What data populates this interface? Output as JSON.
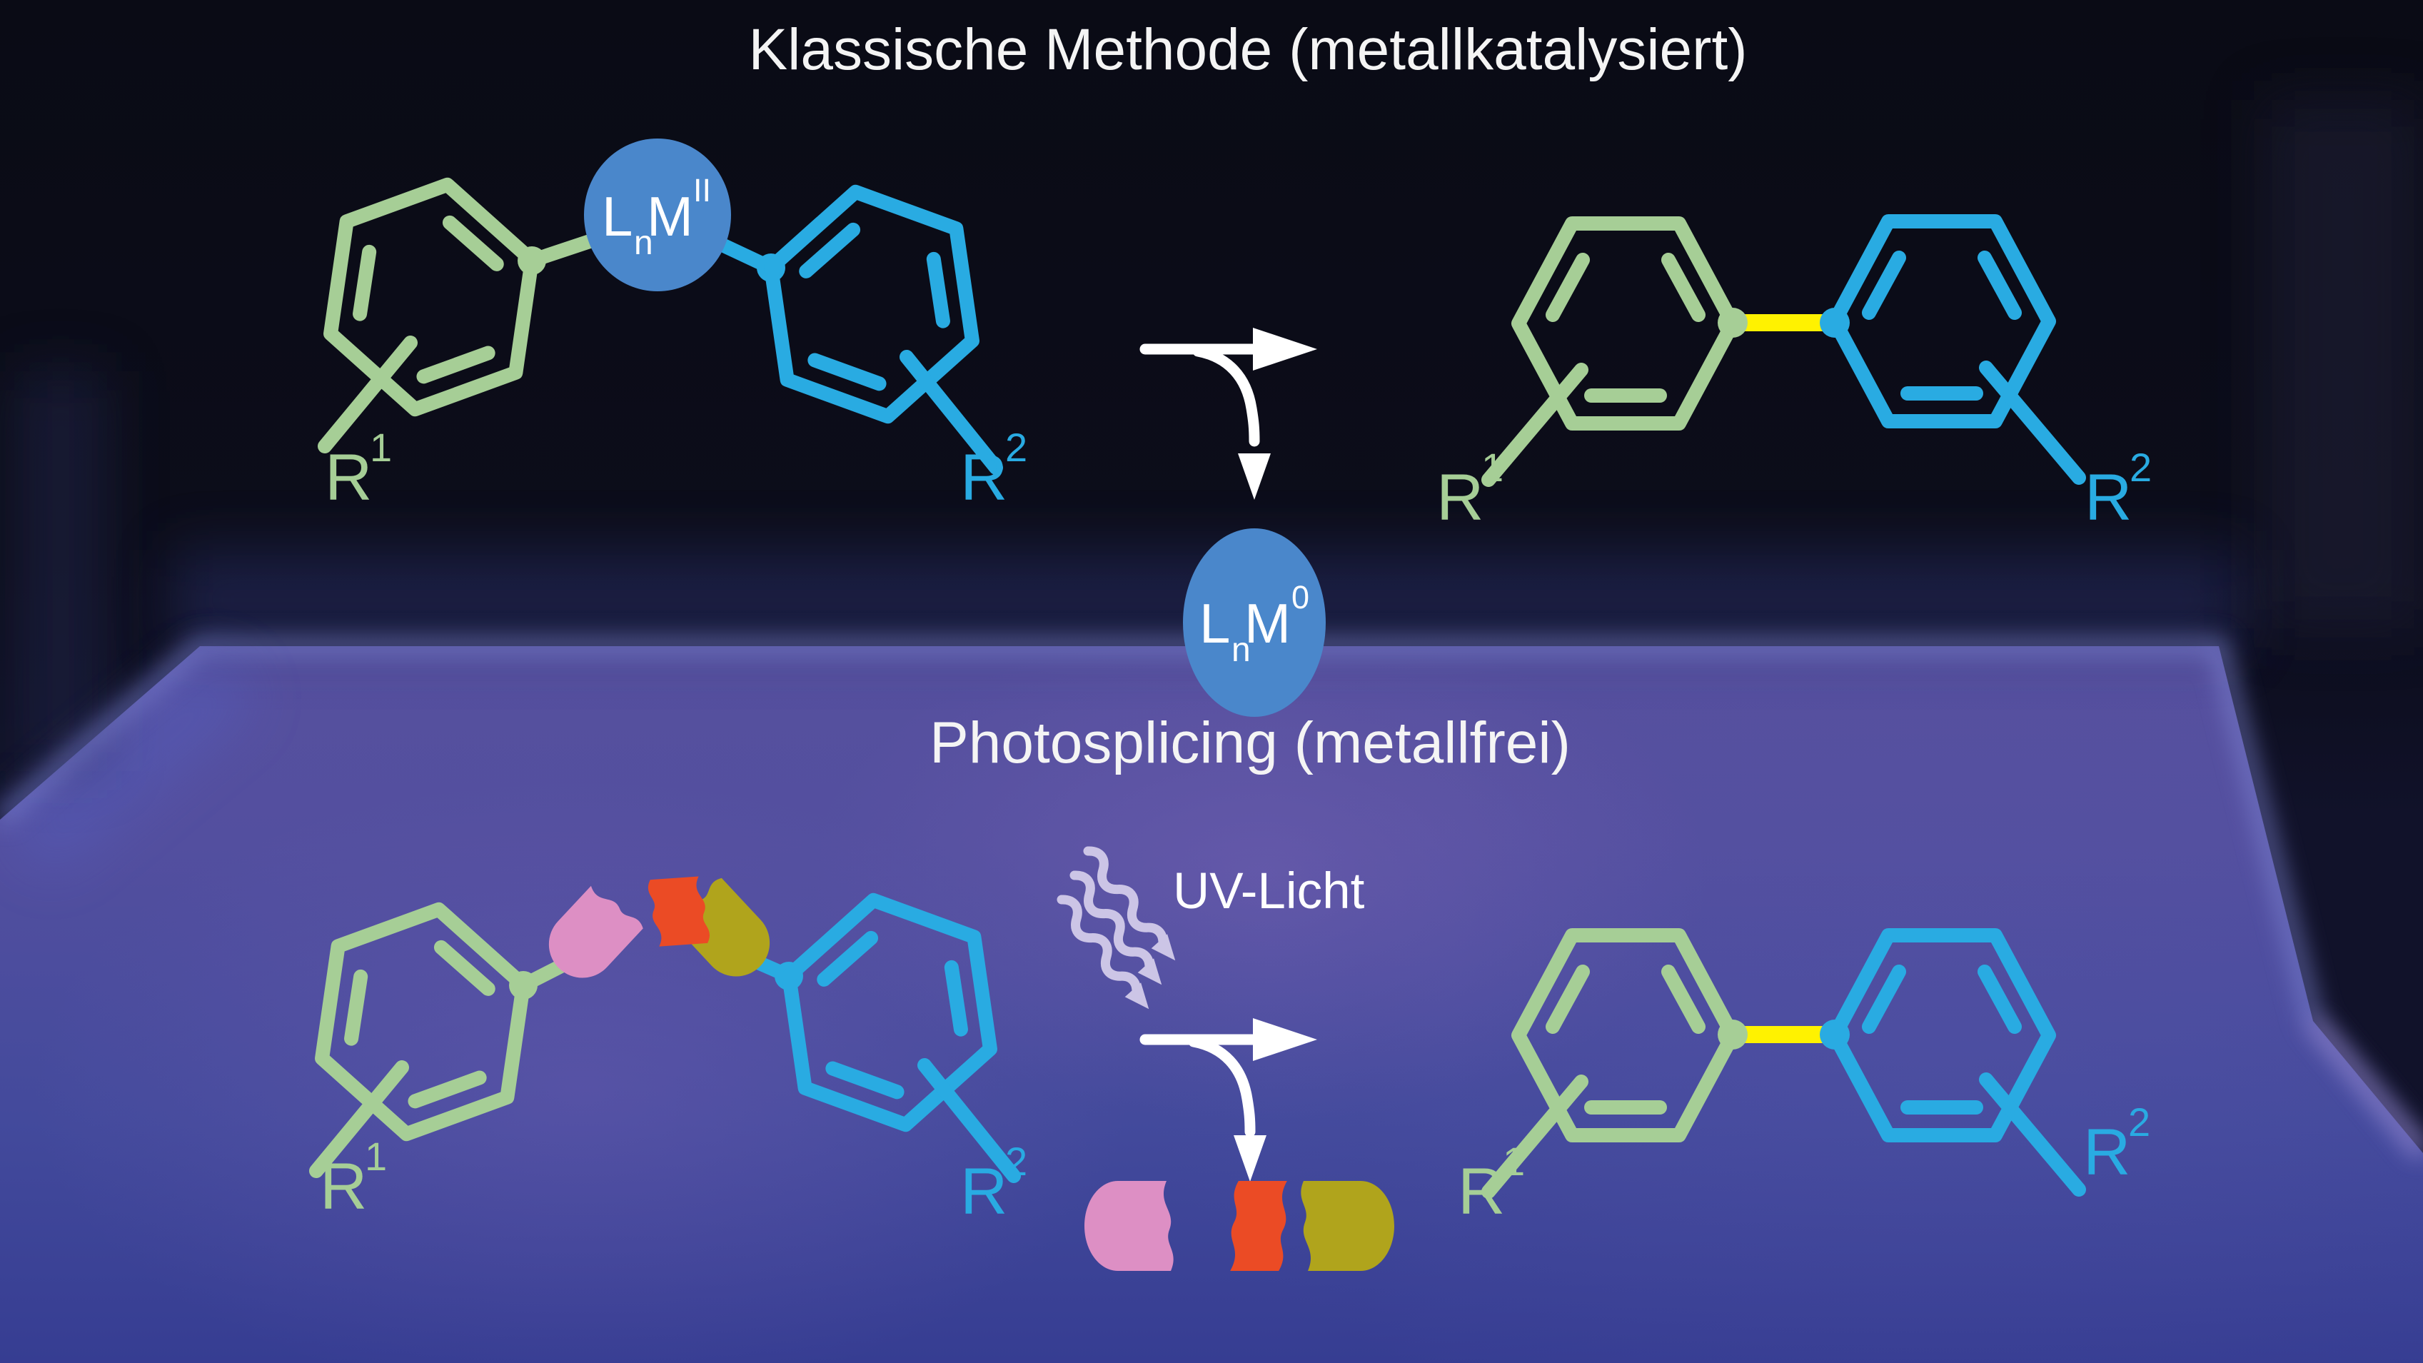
{
  "figure": {
    "top_title": "Klassische Methode (metallkatalysiert)",
    "bottom_title": "Photosplicing (metallfrei)",
    "uv_light_label": "UV-Licht"
  },
  "substituent_labels": {
    "r": "R",
    "sup1": "1",
    "sup2": "2"
  },
  "metal_complex": {
    "ligand": "L",
    "ligand_count_sub": "n",
    "metal": "M",
    "oxidation_state_initial": "II",
    "oxidation_state_released": "0"
  },
  "colors": {
    "aryl_green": "#A6CE96",
    "aryl_blue": "#29ABE2",
    "metal_circle_blue": "#4A87CB",
    "new_bond_yellow": "#FFF200",
    "linker_pink": "#DD8FC4",
    "linker_red": "#EB4B25",
    "linker_olive": "#B0A41C",
    "uv_wave_lilac": "#CCC5E6",
    "arrow_white": "#FFFFFF"
  }
}
